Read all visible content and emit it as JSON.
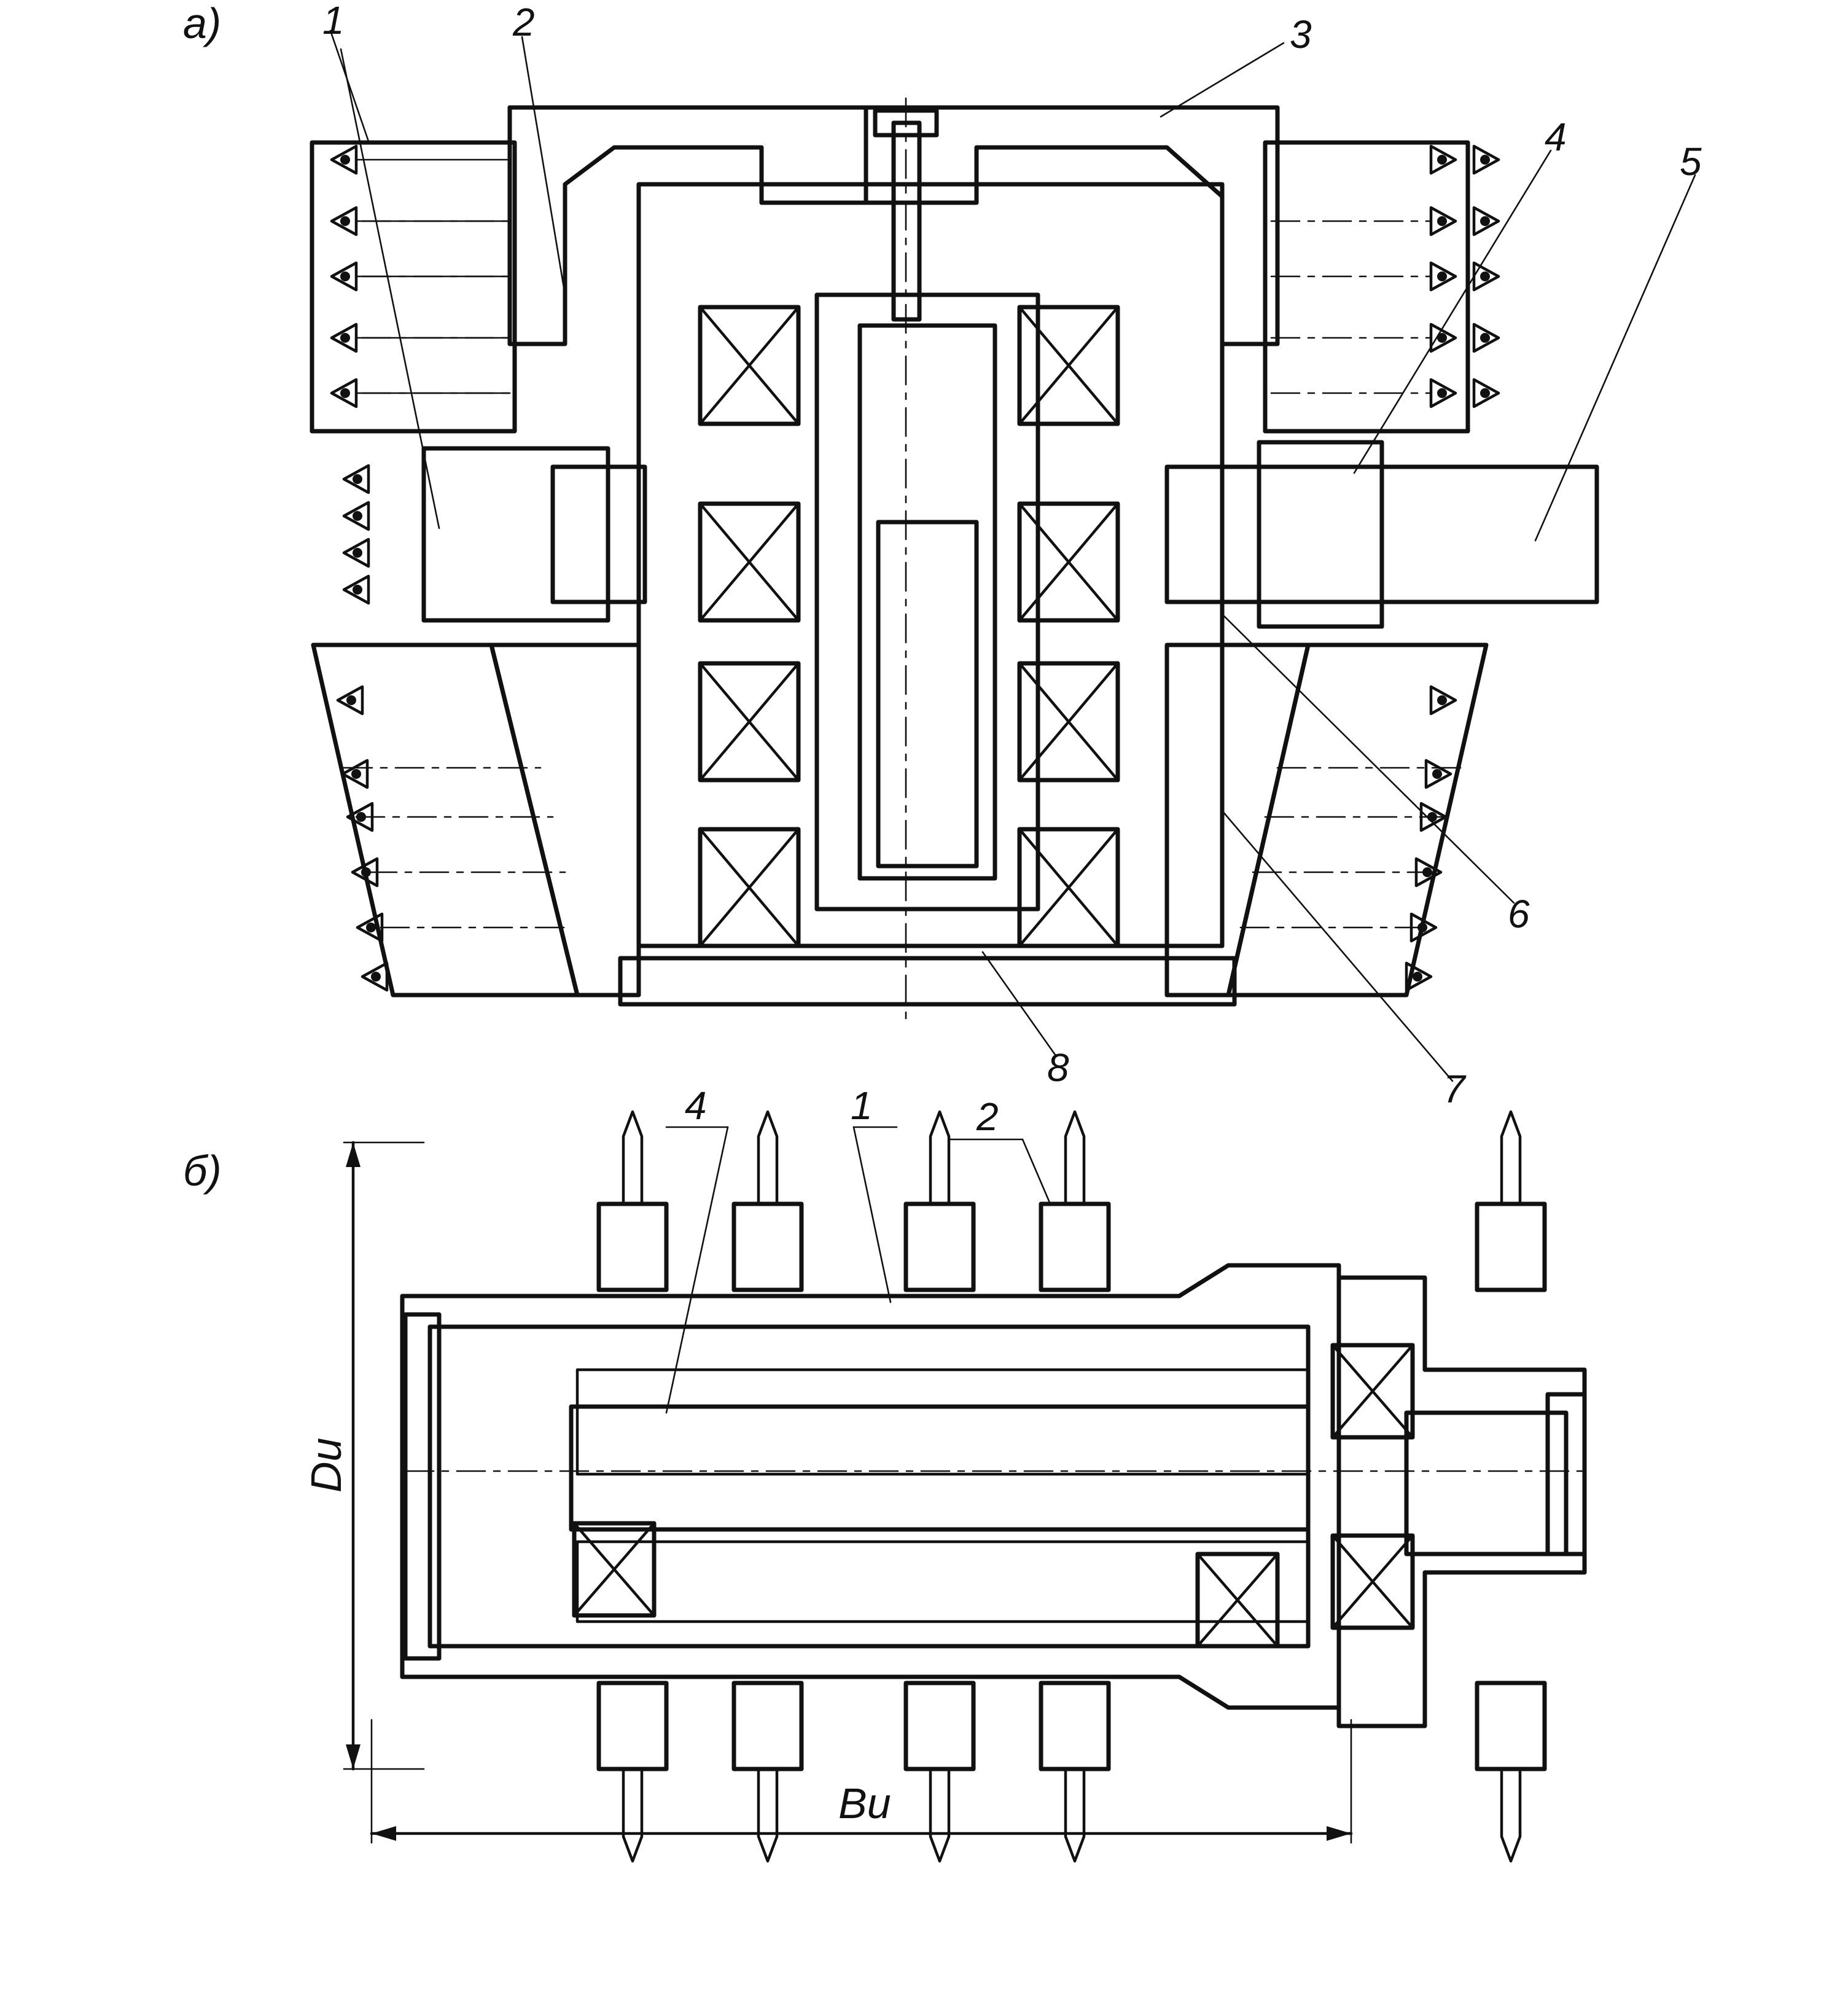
{
  "figure_a": {
    "tag": "а)",
    "callouts": [
      "1",
      "2",
      "3",
      "4",
      "5",
      "6",
      "7",
      "8"
    ]
  },
  "figure_b": {
    "tag": "б)",
    "callouts": [
      "4",
      "1",
      "2"
    ],
    "dim_height": "Dи",
    "dim_width": "Bи"
  },
  "colors": {
    "ink": "#111111",
    "paper": "#ffffff"
  }
}
